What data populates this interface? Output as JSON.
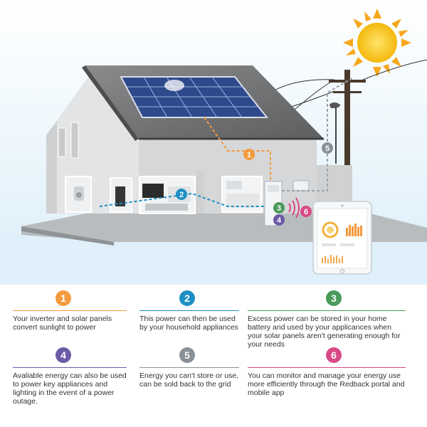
{
  "steps": [
    {
      "number": "1",
      "color": "#f39a3c",
      "text": "Your inverter and solar panels convert sunlight to power"
    },
    {
      "number": "2",
      "color": "#1d8fc3",
      "text": "This power can then be used by your household appliances"
    },
    {
      "number": "3",
      "color": "#4a9a5b",
      "text": "Excess power can be stored in your home battery and used by your applicances when your solar panels aren't generating enough for your needs"
    },
    {
      "number": "4",
      "color": "#6b5aa6",
      "text": "Avaliable energy can also be used to power key appliances and lighting in the event of a power outage."
    },
    {
      "number": "5",
      "color": "#8a9196",
      "text": "Energy you can't store or use, can be sold back to the grid"
    },
    {
      "number": "6",
      "color": "#d94a86",
      "text": "You can monitor and manage your energy use more efficiently through the Redback portal and mobile app"
    }
  ],
  "colors": {
    "sky": "#e6f3fb",
    "roof": "#6f6f70",
    "wall": "#d9dadb",
    "panel": "#2e4a8c",
    "sun": "#f6c91c",
    "solar_flow": "#f39a3c",
    "household_flow": "#1d8fc3",
    "grid_flow": "#9aa3aa"
  },
  "icons": {
    "sun": "sun-icon",
    "solar_panel": "solar-panel-icon",
    "power_pole": "power-pole-icon",
    "inverter": "inverter-icon",
    "wireless": "wireless-signal-icon",
    "tablet": "tablet-icon"
  }
}
